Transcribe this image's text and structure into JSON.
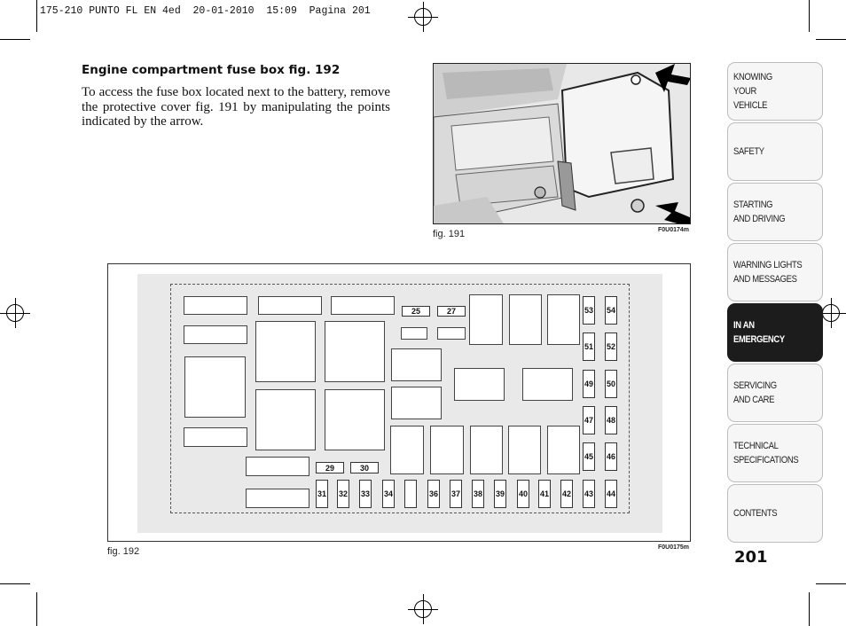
{
  "slug": "175-210 PUNTO FL EN 4ed  20-01-2010  15:09  Pagina 201",
  "section": {
    "heading": "Engine compartment fuse box fig. 192",
    "body": "To access the fuse box located next to the battery, remove the protective cover fig. 191 by manipulating the points indicated by the arrow."
  },
  "figures": {
    "photo": {
      "caption": "fig. 191",
      "code": "F0U0174m"
    },
    "fusebox": {
      "caption": "fig. 192",
      "code": "F0U0175m"
    }
  },
  "fuses": {
    "top_small": [
      "25",
      "27"
    ],
    "small_29_30": [
      "29",
      "30"
    ],
    "bottom_row": [
      "31",
      "32",
      "33",
      "34",
      "",
      "36",
      "37",
      "38",
      "39",
      "40",
      "41",
      "42",
      "43",
      "44"
    ],
    "col_a": [
      "53",
      "51",
      "49",
      "47",
      "45"
    ],
    "col_b": [
      "54",
      "52",
      "50",
      "48",
      "46"
    ]
  },
  "tabs": [
    {
      "label": "KNOWING\nYOUR\nVEHICLE",
      "active": false
    },
    {
      "label": "SAFETY",
      "active": false
    },
    {
      "label": "STARTING\nAND DRIVING",
      "active": false
    },
    {
      "label": "WARNING LIGHTS\nAND MESSAGES",
      "active": false
    },
    {
      "label": "IN AN\nEMERGENCY",
      "active": true
    },
    {
      "label": "SERVICING\nAND CARE",
      "active": false
    },
    {
      "label": "TECHNICAL\nSPECIFICATIONS",
      "active": false
    },
    {
      "label": "CONTENTS",
      "active": false
    }
  ],
  "page_number": "201"
}
